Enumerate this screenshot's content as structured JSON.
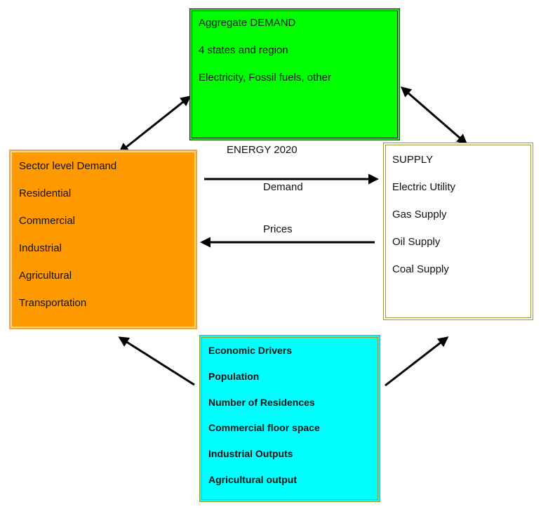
{
  "aggregate": {
    "lines": [
      "Aggregate DEMAND",
      "4 states and region",
      "Electricity, Fossil fuels, other"
    ],
    "color": "#00ff00"
  },
  "sector": {
    "lines": [
      "Sector level Demand",
      "Residential",
      "Commercial",
      "Industrial",
      "Agricultural",
      "Transportation"
    ],
    "color": "#ff9900"
  },
  "supply": {
    "lines": [
      "SUPPLY",
      "Electric Utility",
      "Gas Supply",
      "Oil Supply",
      "Coal Supply"
    ],
    "color": "#ffffff"
  },
  "drivers": {
    "lines": [
      "Economic Drivers",
      "Population",
      "Number of Residences",
      "Commercial floor space",
      "Industrial Outputs",
      "Agricultural output"
    ],
    "color": "#00ffff"
  },
  "labels": {
    "center_title": "ENERGY 2020",
    "demand": "Demand",
    "prices": "Prices"
  }
}
